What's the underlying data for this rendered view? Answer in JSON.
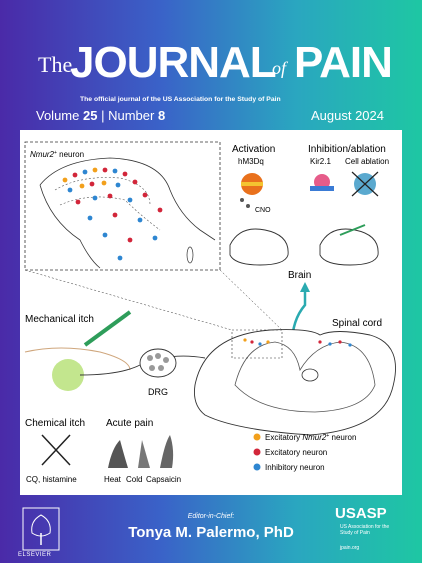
{
  "masthead": {
    "the": "The",
    "journal": "JOURNAL",
    "of": "of",
    "pain": "PAIN",
    "subtitle": "The official journal of the US Association for the Study of Pain",
    "volume_label": "Volume",
    "volume": "25",
    "separator": "|",
    "number_label": "Number",
    "number": "8",
    "date": "August 2024"
  },
  "figure": {
    "inset_label": "Nmur2",
    "inset_label_sup": "+",
    "inset_label_tail": " neuron",
    "activation_title": "Activation",
    "activation_tool": "hM3Dq",
    "cno": "CNO",
    "inhibition_title": "Inhibition/ablation",
    "inhibition_tool1": "Kir2.1",
    "inhibition_tool2": "Cell ablation",
    "brain": "Brain",
    "spinal_cord": "Spinal cord",
    "mechanical_itch": "Mechanical itch",
    "drg": "DRG",
    "chemical_itch": "Chemical itch",
    "chemical_agents": "CQ, histamine",
    "acute_pain": "Acute pain",
    "heat": "Heat",
    "cold": "Cold",
    "capsaicin": "Capsaicin",
    "legend": [
      {
        "label_pre": "Excitatory ",
        "label_em": "Nmur2",
        "label_sup": "+",
        "label_post": " neuron",
        "color": "#f2a01c"
      },
      {
        "label_pre": "Excitatory neuron",
        "label_em": "",
        "label_sup": "",
        "label_post": "",
        "color": "#d2263a"
      },
      {
        "label_pre": "Inhibitory neuron",
        "label_em": "",
        "label_sup": "",
        "label_post": "",
        "color": "#2e86d1"
      }
    ]
  },
  "footer": {
    "publisher": "ELSEVIER",
    "eic_label": "Editor-in-Chief:",
    "eic_name": "Tonya M. Palermo, PhD",
    "society": "USASP",
    "society_sub": "US Association for the Study of Pain",
    "society_url": "jpain.org"
  }
}
